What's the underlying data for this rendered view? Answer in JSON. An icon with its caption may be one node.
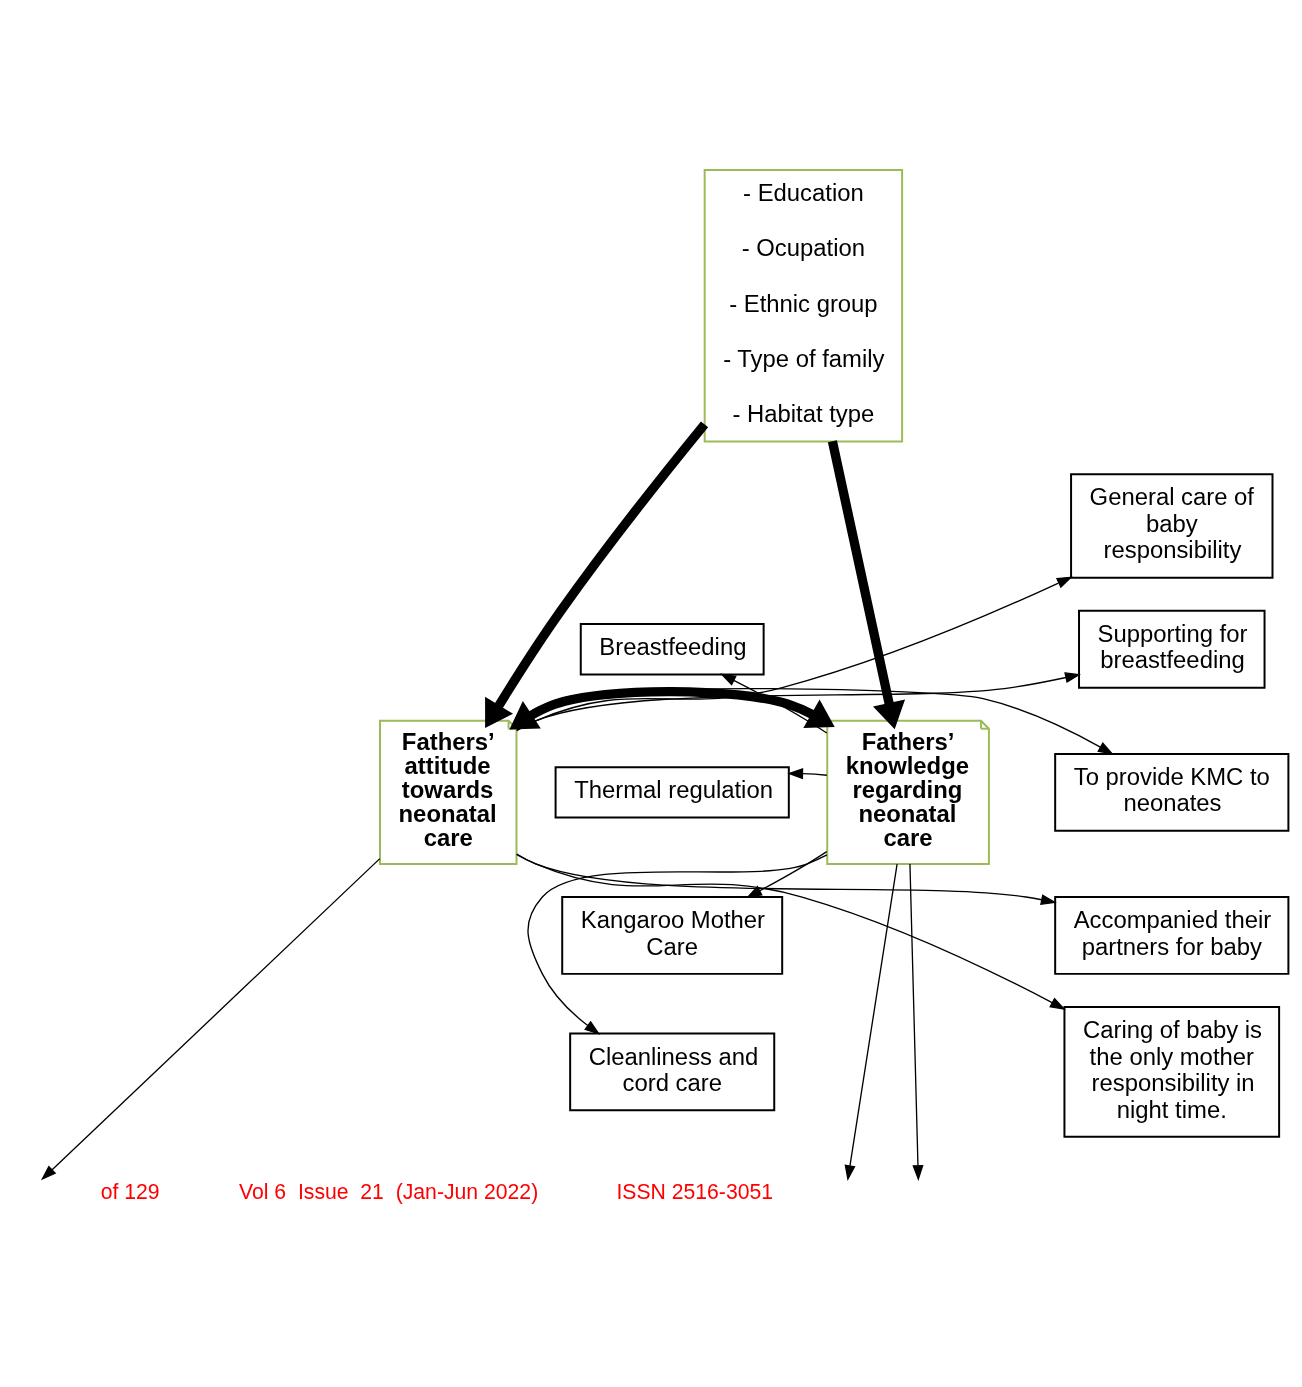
{
  "diagram": {
    "nodes": [
      {
        "text": [
          "- Education",
          "- Ocupation",
          "- Ethnic group",
          "- Type of family",
          "- Habitat type"
        ]
      },
      {
        "text": [
          "Fathers’ knowledge regarding neonatal care"
        ]
      },
      {
        "text": [
          "Fathers’ attitude towards neonatal care"
        ]
      },
      {
        "text": [
          "Breastfeeding"
        ]
      },
      {
        "text": [
          "Thermal regulation"
        ]
      },
      {
        "text": [
          "Kangaroo Mother Care"
        ]
      },
      {
        "text": [
          "Cleanliness and cord care"
        ]
      },
      {
        "text": [
          "General care of baby responsibility"
        ]
      },
      {
        "text": [
          "Supporting for breastfeeding"
        ]
      },
      {
        "text": [
          "To provide KMC to neonates"
        ]
      },
      {
        "text": [
          "Accompanied their partners for baby"
        ]
      },
      {
        "text": [
          "Caring of baby is the only mother responsibility in night time."
        ]
      }
    ],
    "edges": [
      {
        "from": 0,
        "to": 1,
        "arrow": "to",
        "style": "thick"
      },
      {
        "from": 0,
        "to": 2,
        "arrow": "to",
        "style": "thick"
      },
      {
        "from": 1,
        "to": 2,
        "arrow": "both",
        "style": "thick"
      },
      {
        "from": 1,
        "to": 3,
        "arrow": "to"
      },
      {
        "from": 1,
        "to": 4,
        "arrow": "to"
      },
      {
        "from": 1,
        "to": 5,
        "arrow": "to"
      },
      {
        "from": 1,
        "to": 6,
        "arrow": "to"
      },
      {
        "from": 1,
        "to": null,
        "arrow": "to"
      },
      {
        "from": 1,
        "to": null,
        "arrow": "to"
      },
      {
        "from": 2,
        "to": null,
        "arrow": "to"
      },
      {
        "from": 2,
        "to": 7,
        "arrow": "to"
      },
      {
        "from": 2,
        "to": 8,
        "arrow": "to"
      },
      {
        "from": 2,
        "to": 9,
        "arrow": "to"
      },
      {
        "from": 2,
        "to": 10,
        "arrow": "to"
      },
      {
        "from": 2,
        "to": 11,
        "arrow": "to"
      }
    ],
    "labels": [
      "of 129",
      "Vol 6  Issue  21  (Jan-Jun 2022)",
      "ISSN 2516-3051"
    ]
  }
}
